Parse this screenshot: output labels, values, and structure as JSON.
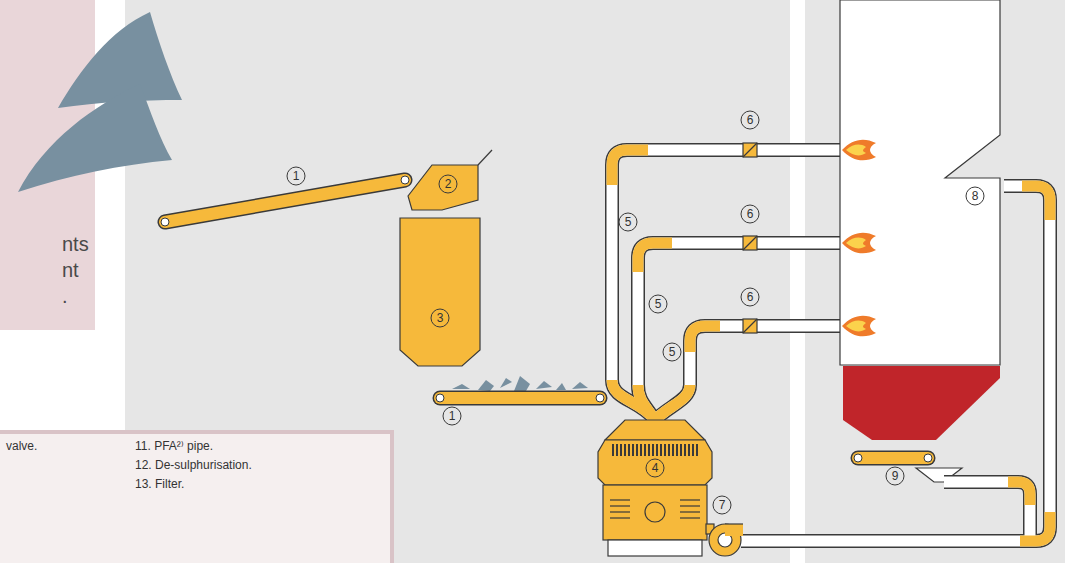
{
  "diagram": {
    "nodes": [
      {
        "text": [
          "valve.",
          "11. PFA²⁾ pipe.",
          "12. De-sulphurisation.",
          "13. Filter."
        ]
      }
    ],
    "labels": [
      "6",
      "1",
      "2",
      "8",
      "6",
      "5",
      "nts",
      "nt",
      "5",
      "6",
      "3",
      ".",
      "5",
      "1",
      "9",
      "4",
      "7"
    ]
  }
}
